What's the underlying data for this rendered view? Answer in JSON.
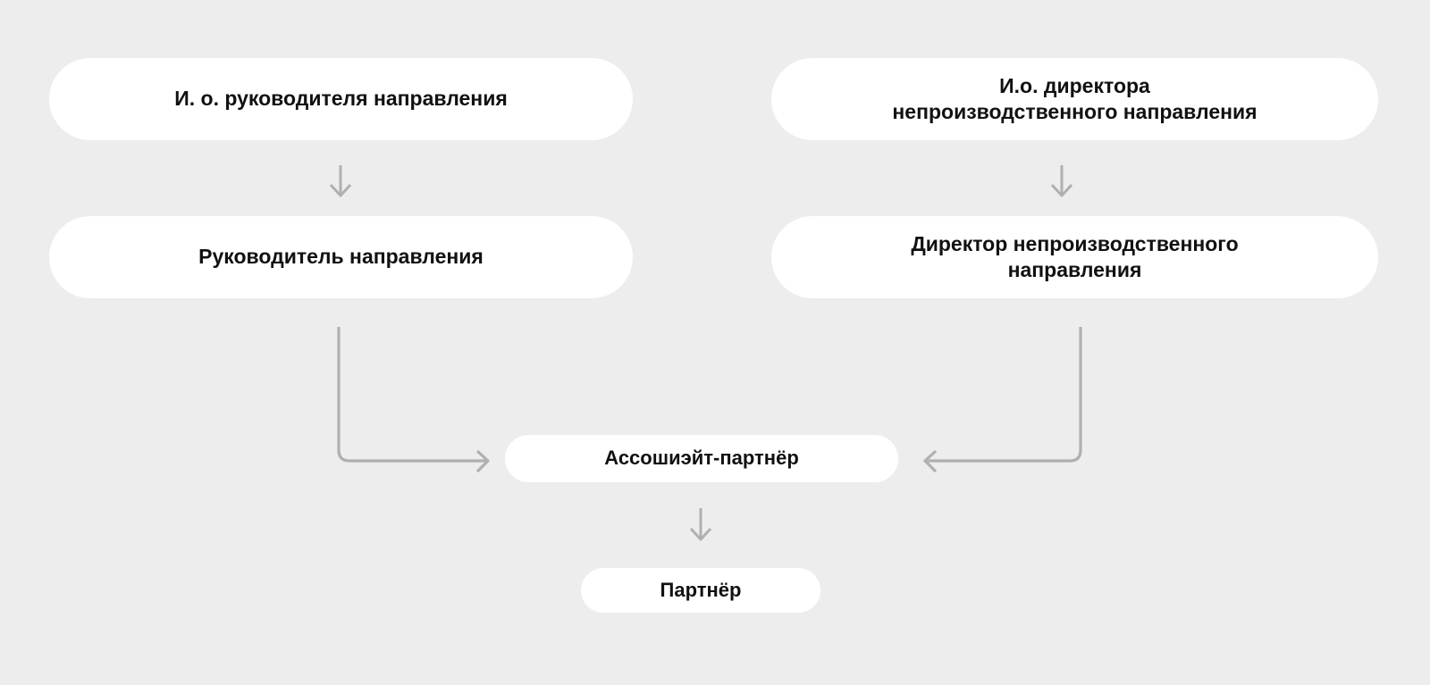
{
  "diagram": {
    "title": "Career ladder org chart",
    "background_color": "#ededed",
    "node_color": "#ffffff",
    "text_color": "#111111",
    "connector_color": "#b0b0b0",
    "nodes": [
      {
        "id": "acting-head",
        "label": "И. о. руководителя направления"
      },
      {
        "id": "acting-director",
        "label": "И.о. директора\nнепроизводственного направления"
      },
      {
        "id": "head",
        "label": "Руководитель направления"
      },
      {
        "id": "director",
        "label": "Директор непроизводственного\nнаправления"
      },
      {
        "id": "associate-partner",
        "label": "Ассошиэйт-партнёр"
      },
      {
        "id": "partner",
        "label": "Партнёр"
      }
    ],
    "connectors": [
      {
        "id": "acting-head-to-head",
        "from": "acting-head",
        "to": "head",
        "kind": "arrow-down"
      },
      {
        "id": "acting-director-to-director",
        "from": "acting-director",
        "to": "director",
        "kind": "arrow-down"
      },
      {
        "id": "head-to-associate",
        "from": "head",
        "to": "associate-partner",
        "kind": "elbow-right"
      },
      {
        "id": "director-to-associate",
        "from": "director",
        "to": "associate-partner",
        "kind": "elbow-left"
      },
      {
        "id": "associate-to-partner",
        "from": "associate-partner",
        "to": "partner",
        "kind": "arrow-down"
      }
    ]
  }
}
